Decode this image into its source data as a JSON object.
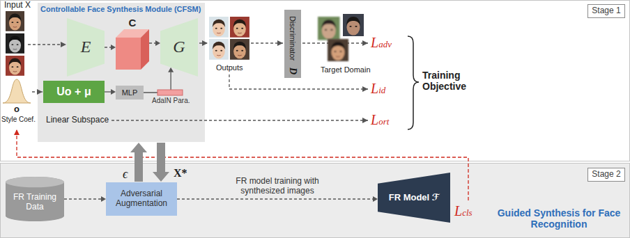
{
  "diagram": {
    "nodes": [
      {
        "text": [
          "Stage 1"
        ]
      },
      {
        "text": [
          "Controllable Face Synthesis Module (CFSM)"
        ]
      },
      {
        "text": [
          "E"
        ],
        "in": 1
      },
      {
        "text": [
          "C"
        ],
        "in": 1
      },
      {
        "text": [
          "G"
        ],
        "in": 1
      },
      {
        "text": [
          "Uo + μ"
        ],
        "in": 1
      },
      {
        "text": [
          "MLP"
        ],
        "in": 1
      },
      {
        "text": [
          "Discriminator",
          "D"
        ]
      },
      {
        "text": [
          "Stage 2"
        ]
      },
      {
        "text": [
          "FR Training Data"
        ]
      },
      {
        "text": [
          "Adversarial Augmentation"
        ]
      },
      {
        "text": [
          "FR Model ℱ"
        ]
      }
    ],
    "edges": [
      {
        "from": 2,
        "to": 3,
        "arrow": "to"
      },
      {
        "from": 3,
        "to": 4,
        "arrow": "to"
      },
      {
        "from": 5,
        "to": 6,
        "arrow": "to"
      },
      {
        "from": 6,
        "to": 4,
        "arrow": "to"
      },
      {
        "from": 9,
        "to": 10,
        "arrow": "to"
      },
      {
        "from": 10,
        "to": 11,
        "label": "FR model training with synthesized images",
        "arrow": "to"
      },
      {
        "from": 10,
        "to": 1,
        "label": "ϵ",
        "arrow": "to"
      },
      {
        "from": 1,
        "to": 10,
        "label": "X*",
        "arrow": "to"
      }
    ],
    "labels": [
      "Input X",
      "AdaIN Para.",
      "Linear Subspace",
      "o",
      "Style Coef.",
      "Outputs",
      "Target Domain",
      "Ladv",
      "Lid",
      "Lort",
      "Training Objective",
      "Lcls",
      "Guided Synthesis for Face Recognition"
    ]
  }
}
